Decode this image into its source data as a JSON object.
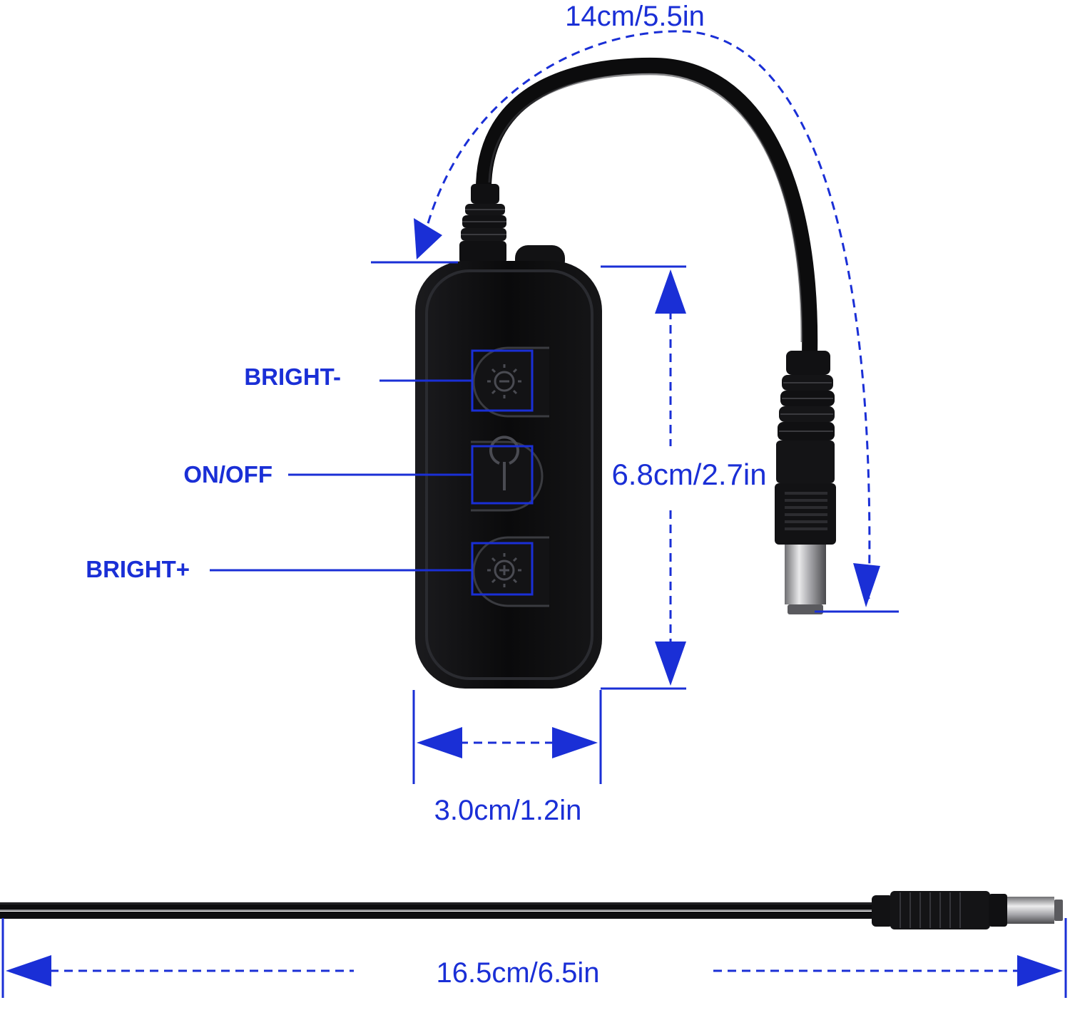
{
  "colors": {
    "annotation": "#1a2fd6",
    "device": "#0b0b0c",
    "device_edge": "#2a2b30",
    "background": "#ffffff"
  },
  "dimensions": {
    "cable_top": "14cm/5.5in",
    "height": "6.8cm/2.7in",
    "width": "3.0cm/1.2in",
    "cable_bottom": "16.5cm/6.5in"
  },
  "buttons": [
    {
      "label": "BRIGHT-",
      "icon": "brightness-minus-icon"
    },
    {
      "label": "ON/OFF",
      "icon": "power-icon"
    },
    {
      "label": "BRIGHT+",
      "icon": "brightness-plus-icon"
    }
  ]
}
